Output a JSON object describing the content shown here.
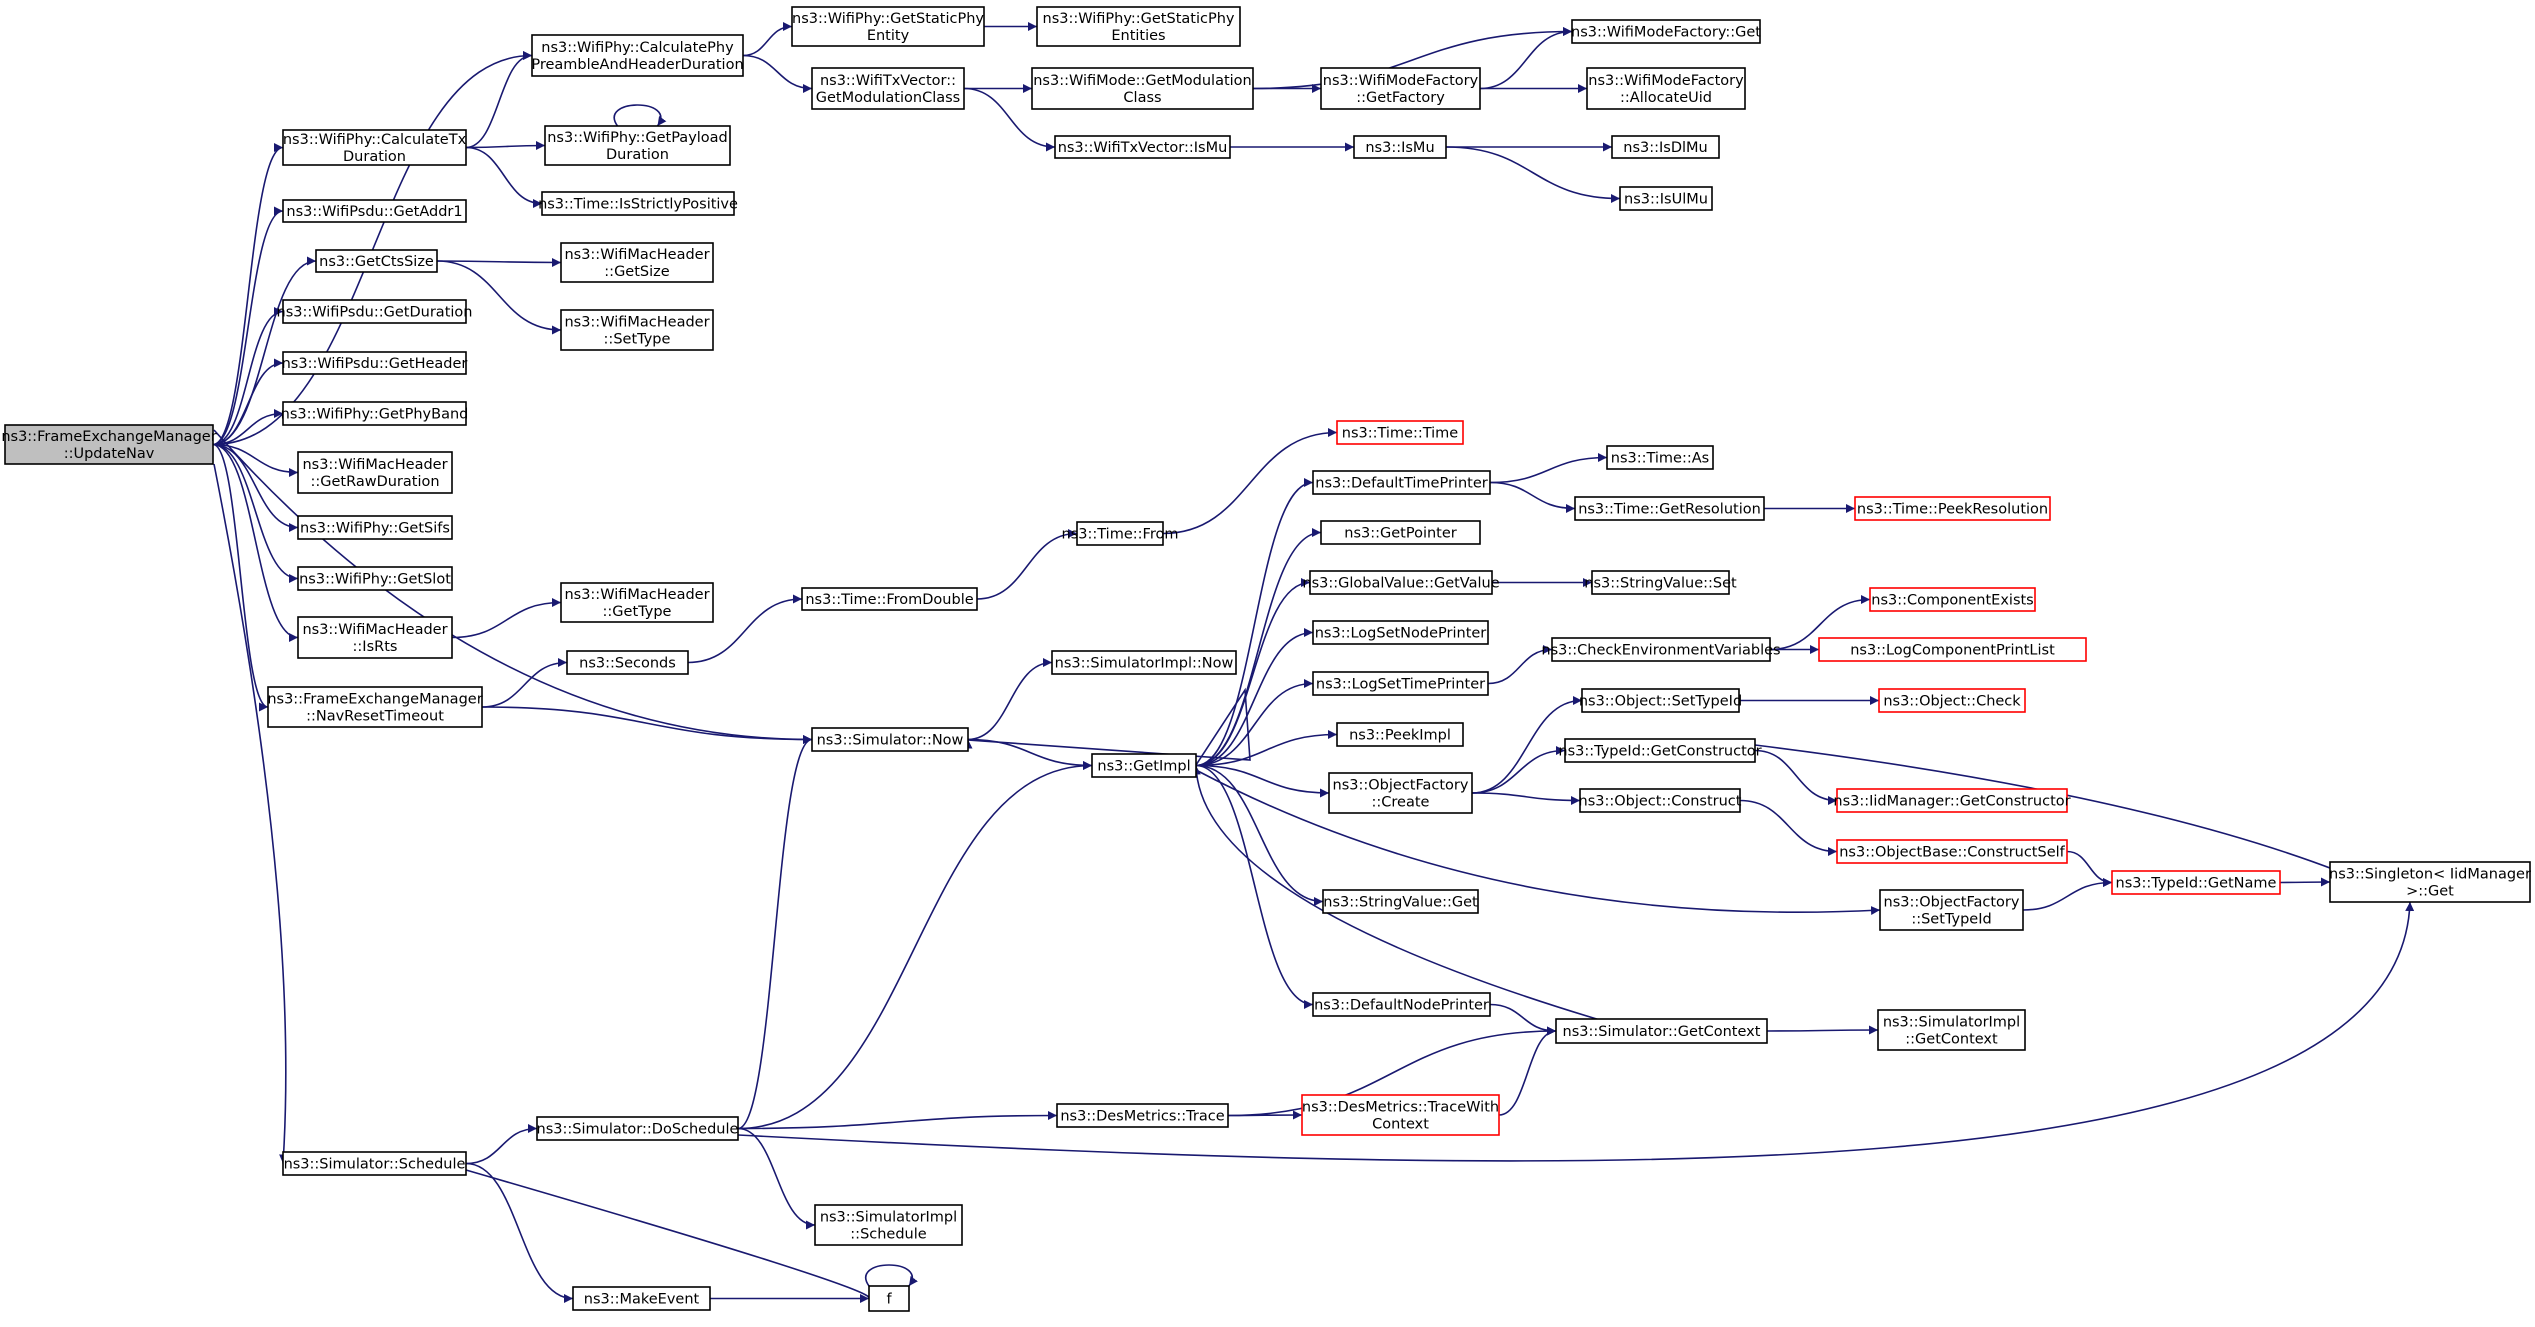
{
  "graph": {
    "root": "ns3::FrameExchangeManager::UpdateNav",
    "colors": {
      "edge": "#191970",
      "node_border": "#000000",
      "node_border_truncated": "#ff0000",
      "root_fill": "#bfbfbf",
      "node_fill": "#ffffff"
    },
    "nodes": {
      "n0": {
        "lines": [
          "ns3::FrameExchangeManager",
          "::UpdateNav"
        ],
        "style": "root"
      },
      "n1": {
        "lines": [
          "ns3::WifiPhy::CalculatePhy",
          "PreambleAndHeaderDuration"
        ]
      },
      "n2": {
        "lines": [
          "ns3::WifiPhy::CalculateTx",
          "Duration"
        ]
      },
      "n3": {
        "lines": [
          "ns3::WifiPsdu::GetAddr1"
        ]
      },
      "n4": {
        "lines": [
          "ns3::GetCtsSize"
        ]
      },
      "n5": {
        "lines": [
          "ns3::WifiPsdu::GetDuration"
        ]
      },
      "n6": {
        "lines": [
          "ns3::WifiPsdu::GetHeader"
        ]
      },
      "n7": {
        "lines": [
          "ns3::WifiPhy::GetPhyBand"
        ]
      },
      "n8": {
        "lines": [
          "ns3::WifiMacHeader",
          "::GetRawDuration"
        ]
      },
      "n9": {
        "lines": [
          "ns3::WifiPhy::GetSifs"
        ]
      },
      "n10": {
        "lines": [
          "ns3::WifiPhy::GetSlot"
        ]
      },
      "n11": {
        "lines": [
          "ns3::WifiMacHeader",
          "::IsRts"
        ]
      },
      "n12": {
        "lines": [
          "ns3::FrameExchangeManager",
          "::NavResetTimeout"
        ]
      },
      "n13": {
        "lines": [
          "ns3::Simulator::Schedule"
        ]
      },
      "n14": {
        "lines": [
          "ns3::WifiPhy::GetStaticPhy",
          "Entity"
        ]
      },
      "n15": {
        "lines": [
          "ns3::WifiPhy::GetStaticPhy",
          "Entities"
        ]
      },
      "n16": {
        "lines": [
          "ns3::WifiTxVector::",
          "GetModulationClass"
        ]
      },
      "n17": {
        "lines": [
          "ns3::WifiMode::GetModulation",
          "Class"
        ]
      },
      "n18": {
        "lines": [
          "ns3::WifiModeFactory::Get"
        ]
      },
      "n19": {
        "lines": [
          "ns3::WifiModeFactory",
          "::GetFactory"
        ]
      },
      "n20": {
        "lines": [
          "ns3::WifiModeFactory",
          "::AllocateUid"
        ]
      },
      "n21": {
        "lines": [
          "ns3::WifiTxVector::IsMu"
        ]
      },
      "n22": {
        "lines": [
          "ns3::IsMu"
        ]
      },
      "n23": {
        "lines": [
          "ns3::IsDlMu"
        ]
      },
      "n24": {
        "lines": [
          "ns3::IsUlMu"
        ]
      },
      "n25": {
        "lines": [
          "ns3::WifiPhy::GetPayload",
          "Duration"
        ]
      },
      "n26": {
        "lines": [
          "ns3::Time::IsStrictlyPositive"
        ]
      },
      "n27": {
        "lines": [
          "ns3::WifiMacHeader",
          "::GetSize"
        ]
      },
      "n28": {
        "lines": [
          "ns3::WifiMacHeader",
          "::SetType"
        ]
      },
      "n29": {
        "lines": [
          "ns3::WifiMacHeader",
          "::GetType"
        ]
      },
      "n30": {
        "lines": [
          "ns3::Seconds"
        ]
      },
      "n31": {
        "lines": [
          "ns3::Time::FromDouble"
        ]
      },
      "n32": {
        "lines": [
          "ns3::Time::From"
        ]
      },
      "n33": {
        "lines": [
          "ns3::Time::Time"
        ],
        "style": "red"
      },
      "n34": {
        "lines": [
          "ns3::Simulator::Now"
        ]
      },
      "n35": {
        "lines": [
          "ns3::SimulatorImpl::Now"
        ]
      },
      "n36": {
        "lines": [
          "ns3::GetImpl"
        ]
      },
      "n37": {
        "lines": [
          "ns3::DefaultTimePrinter"
        ]
      },
      "n38": {
        "lines": [
          "ns3::Time::As"
        ]
      },
      "n39": {
        "lines": [
          "ns3::Time::GetResolution"
        ]
      },
      "n40": {
        "lines": [
          "ns3::Time::PeekResolution"
        ],
        "style": "red"
      },
      "n41": {
        "lines": [
          "ns3::GetPointer"
        ]
      },
      "n42": {
        "lines": [
          "ns3::GlobalValue::GetValue"
        ]
      },
      "n43": {
        "lines": [
          "ns3::StringValue::Set"
        ]
      },
      "n44": {
        "lines": [
          "ns3::LogSetNodePrinter"
        ]
      },
      "n45": {
        "lines": [
          "ns3::LogSetTimePrinter"
        ]
      },
      "n46": {
        "lines": [
          "ns3::CheckEnvironmentVariables"
        ]
      },
      "n47": {
        "lines": [
          "ns3::ComponentExists"
        ],
        "style": "red"
      },
      "n48": {
        "lines": [
          "ns3::LogComponentPrintList"
        ],
        "style": "red"
      },
      "n49": {
        "lines": [
          "ns3::PeekImpl"
        ]
      },
      "n50": {
        "lines": [
          "ns3::ObjectFactory",
          "::Create"
        ]
      },
      "n51": {
        "lines": [
          "ns3::Object::SetTypeId"
        ]
      },
      "n52": {
        "lines": [
          "ns3::Object::Check"
        ],
        "style": "red"
      },
      "n53": {
        "lines": [
          "ns3::TypeId::GetConstructor"
        ]
      },
      "n54": {
        "lines": [
          "ns3::IidManager::GetConstructor"
        ],
        "style": "red"
      },
      "n55": {
        "lines": [
          "ns3::Object::Construct"
        ]
      },
      "n56": {
        "lines": [
          "ns3::ObjectBase::ConstructSelf"
        ],
        "style": "red"
      },
      "n57": {
        "lines": [
          "ns3::TypeId::GetName"
        ],
        "style": "red"
      },
      "n58": {
        "lines": [
          "ns3::Singleton< IidManager",
          " >::Get"
        ]
      },
      "n59": {
        "lines": [
          "ns3::StringValue::Get"
        ]
      },
      "n60": {
        "lines": [
          "ns3::ObjectFactory",
          "::SetTypeId"
        ]
      },
      "n61": {
        "lines": [
          "ns3::DefaultNodePrinter"
        ]
      },
      "n62": {
        "lines": [
          "ns3::Simulator::GetContext"
        ]
      },
      "n63": {
        "lines": [
          "ns3::SimulatorImpl",
          "::GetContext"
        ]
      },
      "n64": {
        "lines": [
          "ns3::Simulator::DoSchedule"
        ]
      },
      "n65": {
        "lines": [
          "ns3::DesMetrics::Trace"
        ]
      },
      "n66": {
        "lines": [
          "ns3::DesMetrics::TraceWith",
          "Context"
        ],
        "style": "red"
      },
      "n67": {
        "lines": [
          "ns3::SimulatorImpl",
          "::Schedule"
        ]
      },
      "n68": {
        "lines": [
          "ns3::MakeEvent"
        ]
      },
      "n69": {
        "lines": [
          "f"
        ]
      }
    },
    "edges": [
      [
        "n0",
        "n1"
      ],
      [
        "n0",
        "n2"
      ],
      [
        "n0",
        "n3"
      ],
      [
        "n0",
        "n4"
      ],
      [
        "n0",
        "n5"
      ],
      [
        "n0",
        "n6"
      ],
      [
        "n0",
        "n7"
      ],
      [
        "n0",
        "n8"
      ],
      [
        "n0",
        "n9"
      ],
      [
        "n0",
        "n10"
      ],
      [
        "n0",
        "n11"
      ],
      [
        "n0",
        "n12"
      ],
      [
        "n0",
        "n34"
      ],
      [
        "n0",
        "n13"
      ],
      [
        "n1",
        "n14"
      ],
      [
        "n1",
        "n16"
      ],
      [
        "n14",
        "n15"
      ],
      [
        "n16",
        "n17"
      ],
      [
        "n16",
        "n21"
      ],
      [
        "n17",
        "n18"
      ],
      [
        "n17",
        "n19"
      ],
      [
        "n19",
        "n18"
      ],
      [
        "n19",
        "n20"
      ],
      [
        "n21",
        "n22"
      ],
      [
        "n22",
        "n23"
      ],
      [
        "n22",
        "n24"
      ],
      [
        "n2",
        "n1"
      ],
      [
        "n2",
        "n25"
      ],
      [
        "n2",
        "n26"
      ],
      [
        "n25",
        "n25"
      ],
      [
        "n4",
        "n27"
      ],
      [
        "n4",
        "n28"
      ],
      [
        "n11",
        "n29"
      ],
      [
        "n12",
        "n30"
      ],
      [
        "n12",
        "n34"
      ],
      [
        "n30",
        "n31"
      ],
      [
        "n31",
        "n32"
      ],
      [
        "n32",
        "n33"
      ],
      [
        "n34",
        "n35"
      ],
      [
        "n34",
        "n36"
      ],
      [
        "n36",
        "n34"
      ],
      [
        "n36",
        "n37"
      ],
      [
        "n36",
        "n41"
      ],
      [
        "n36",
        "n42"
      ],
      [
        "n36",
        "n44"
      ],
      [
        "n36",
        "n45"
      ],
      [
        "n36",
        "n49"
      ],
      [
        "n36",
        "n50"
      ],
      [
        "n36",
        "n59"
      ],
      [
        "n36",
        "n60"
      ],
      [
        "n36",
        "n61"
      ],
      [
        "n37",
        "n38"
      ],
      [
        "n37",
        "n39"
      ],
      [
        "n39",
        "n40"
      ],
      [
        "n42",
        "n43"
      ],
      [
        "n45",
        "n46"
      ],
      [
        "n46",
        "n47"
      ],
      [
        "n46",
        "n48"
      ],
      [
        "n50",
        "n51"
      ],
      [
        "n50",
        "n53"
      ],
      [
        "n50",
        "n55"
      ],
      [
        "n51",
        "n52"
      ],
      [
        "n53",
        "n54"
      ],
      [
        "n53",
        "n58"
      ],
      [
        "n55",
        "n56"
      ],
      [
        "n56",
        "n57"
      ],
      [
        "n60",
        "n57"
      ],
      [
        "n57",
        "n58"
      ],
      [
        "n61",
        "n62"
      ],
      [
        "n62",
        "n36"
      ],
      [
        "n62",
        "n63"
      ],
      [
        "n13",
        "n64"
      ],
      [
        "n13",
        "n68"
      ],
      [
        "n13",
        "n69"
      ],
      [
        "n68",
        "n69"
      ],
      [
        "n69",
        "n69"
      ],
      [
        "n64",
        "n34"
      ],
      [
        "n64",
        "n36"
      ],
      [
        "n64",
        "n65"
      ],
      [
        "n64",
        "n67"
      ],
      [
        "n64",
        "n58"
      ],
      [
        "n65",
        "n62"
      ],
      [
        "n65",
        "n66"
      ],
      [
        "n66",
        "n62"
      ]
    ]
  }
}
